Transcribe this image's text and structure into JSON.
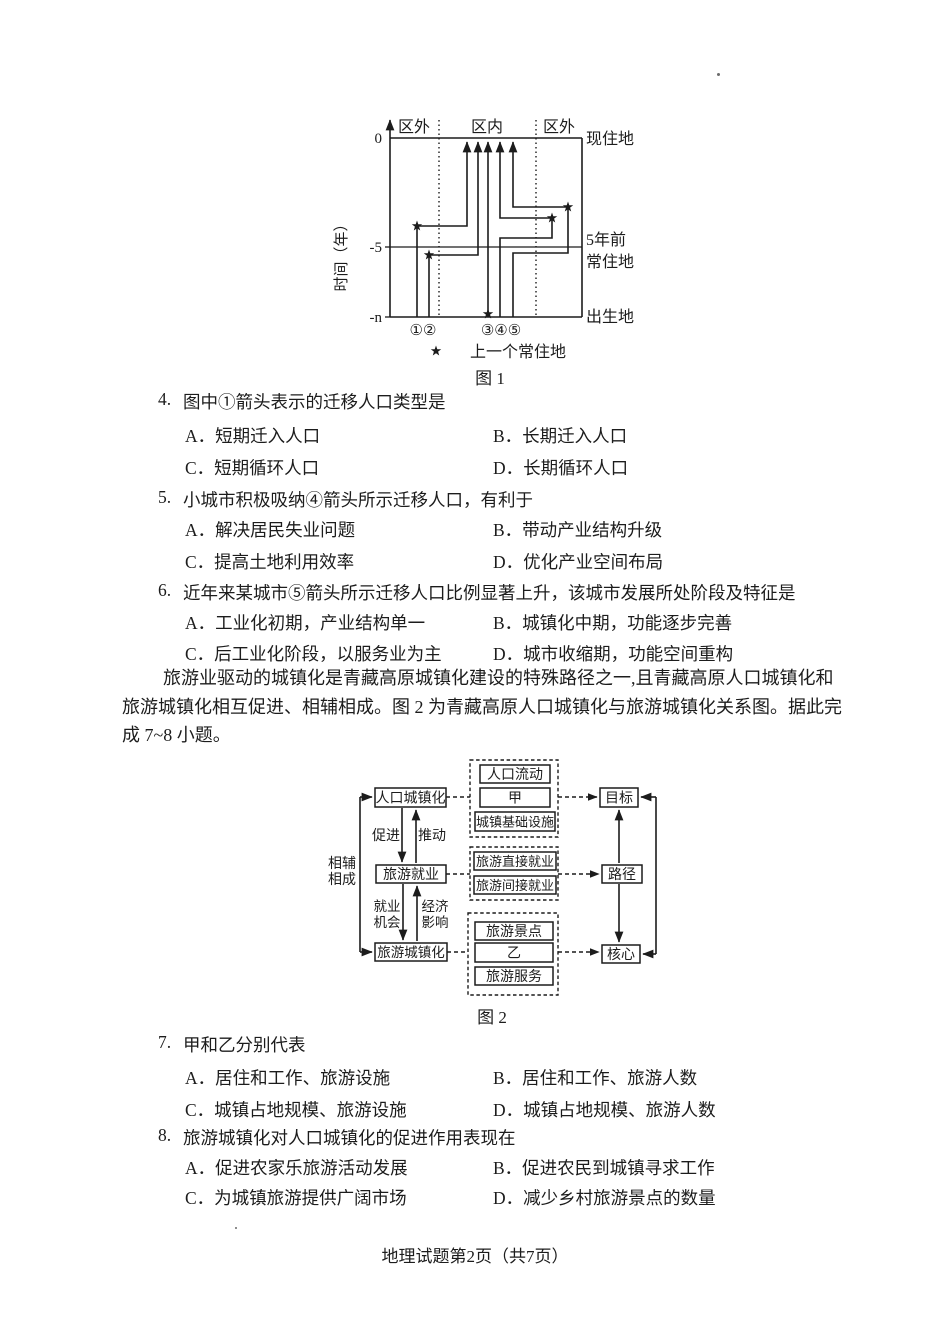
{
  "page": {
    "background": "#ffffff",
    "text_color": "#1c1c1c",
    "footer": "地理试题第2页（共7页）"
  },
  "figure1": {
    "caption": "图 1",
    "y_axis_label": "时间（年）",
    "ticks": {
      "zero": "0",
      "minus5": "-5",
      "minusn": "-n"
    },
    "zones": {
      "left": "区外",
      "mid": "区内",
      "right": "区外"
    },
    "right_labels": {
      "current": "现住地",
      "five_a": "5年前",
      "five_b": "常住地",
      "birth": "出生地"
    },
    "arrow_labels": {
      "g12": "①②",
      "g345": "③④⑤"
    },
    "legend": {
      "symbol_name": "star",
      "text": "上一个常住地"
    }
  },
  "intro": {
    "line1": "旅游业驱动的城镇化是青藏高原城镇化建设的特殊路径之一,且青藏高原人口城镇化和",
    "line2": "旅游城镇化相互促进、相辅相成。图 2 为青藏高原人口城镇化与旅游城镇化关系图。据此完",
    "line3": "成 7~8 小题。"
  },
  "figure2": {
    "caption": "图 2",
    "left_boxes": {
      "b1": "人口城镇化",
      "b2": "旅游就业",
      "b3": "旅游城镇化"
    },
    "group1": {
      "i1": "人口流动",
      "i2": "甲",
      "i3": "城镇基础设施"
    },
    "group2": {
      "i1": "旅游直接就业",
      "i2": "旅游间接就业"
    },
    "group3": {
      "i1": "旅游景点",
      "i2": "乙",
      "i3": "旅游服务"
    },
    "right_boxes": {
      "b1": "目标",
      "b2": "路径",
      "b3": "核心"
    },
    "labels": {
      "mutual1": "相辅",
      "mutual2": "相成",
      "cujin": "促进",
      "tuidong": "推动",
      "jiuye": "就业",
      "jihui": "机会",
      "jingji": "经济",
      "yingxiang": "影响"
    }
  },
  "questions": [
    {
      "number": "4.",
      "stem": "图中①箭头表示的迁移人口类型是",
      "options": [
        "A．短期迁入人口",
        "B．长期迁入人口",
        "C．短期循环人口",
        "D．长期循环人口"
      ]
    },
    {
      "number": "5.",
      "stem": "小城市积极吸纳④箭头所示迁移人口，有利于",
      "options": [
        "A．解决居民失业问题",
        "B．带动产业结构升级",
        "C．提高土地利用效率",
        "D．优化产业空间布局"
      ]
    },
    {
      "number": "6.",
      "stem": "近年来某城市⑤箭头所示迁移人口比例显著上升，该城市发展所处阶段及特征是",
      "options": [
        "A．工业化初期，产业结构单一",
        "B．城镇化中期，功能逐步完善",
        "C．后工业化阶段，以服务业为主",
        "D．城市收缩期，功能空间重构"
      ]
    },
    {
      "number": "7.",
      "stem": "甲和乙分别代表",
      "options": [
        "A．居住和工作、旅游设施",
        "B．居住和工作、旅游人数",
        "C．城镇占地规模、旅游设施",
        "D．城镇占地规模、旅游人数"
      ]
    },
    {
      "number": "8.",
      "stem": "旅游城镇化对人口城镇化的促进作用表现在",
      "options": [
        "A．促进农家乐旅游活动发展",
        "B．促进农民到城镇寻求工作",
        "C．为城镇旅游提供广阔市场",
        "D．减少乡村旅游景点的数量"
      ]
    }
  ]
}
